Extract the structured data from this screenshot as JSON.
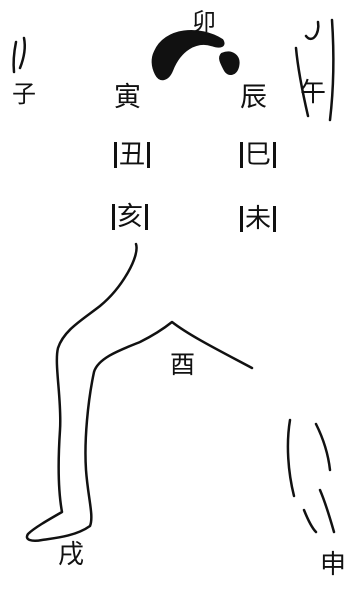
{
  "labels": {
    "mao": "卯",
    "zi": "子",
    "wu": "午",
    "yin": "寅",
    "chen": "辰",
    "chou": "丑",
    "si": "巳",
    "hai": "亥",
    "wei": "未",
    "you": "酉",
    "xu": "戌",
    "shen": "申"
  },
  "colors": {
    "ink": "#111111",
    "background": "#ffffff"
  }
}
